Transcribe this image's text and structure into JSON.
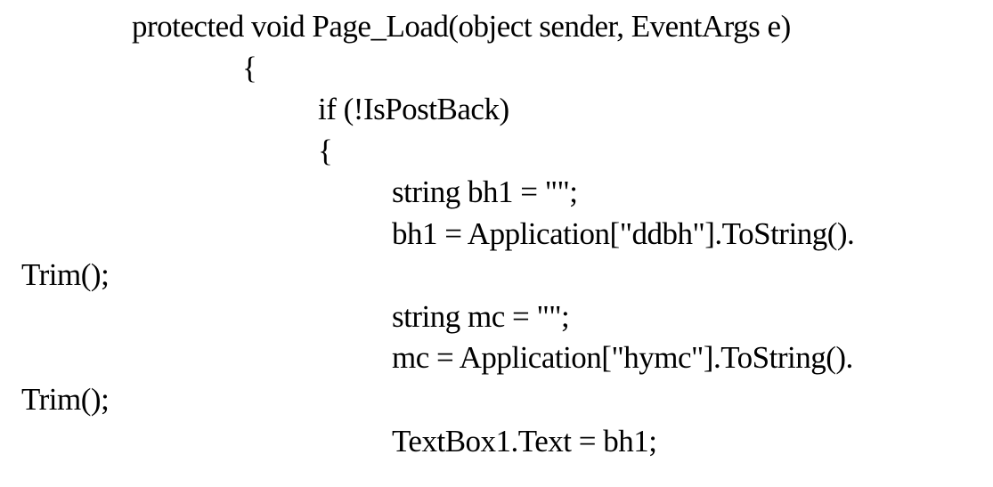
{
  "code": {
    "lines": [
      "protected void Page_Load(object sender, EventArgs e)",
      "{",
      "if (!IsPostBack)",
      "{",
      "string bh1 = \"\";",
      "bh1 = Application[\"ddbh\"].ToString().",
      "Trim();",
      "string mc = \"\";",
      "mc = Application[\"hymc\"].ToString().",
      "Trim();",
      "TextBox1.Text = bh1;"
    ]
  }
}
